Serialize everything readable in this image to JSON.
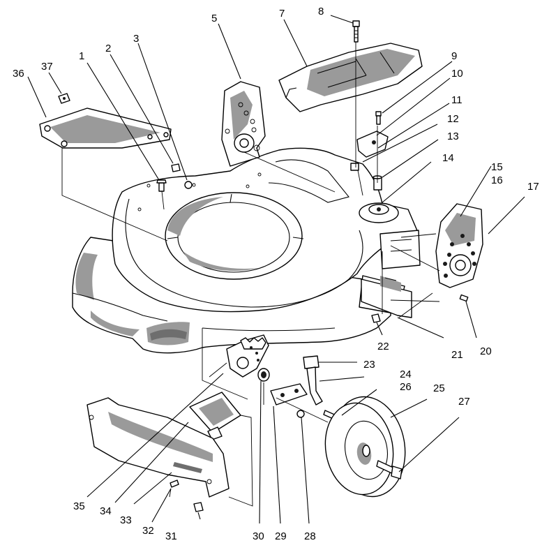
{
  "labels": {
    "1": "1",
    "2": "2",
    "3": "3",
    "5": "5",
    "7": "7",
    "8": "8",
    "9": "9",
    "10": "10",
    "11": "11",
    "12": "12",
    "13": "13",
    "14": "14",
    "15": "15",
    "16": "16",
    "17": "17",
    "20": "20",
    "21": "21",
    "22": "22",
    "23": "23",
    "24": "24",
    "25": "25",
    "26": "26",
    "27": "27",
    "28": "28",
    "29": "29",
    "30": "30",
    "31": "31",
    "32": "32",
    "33": "33",
    "34": "34",
    "35": "35",
    "36": "36",
    "37": "37"
  }
}
